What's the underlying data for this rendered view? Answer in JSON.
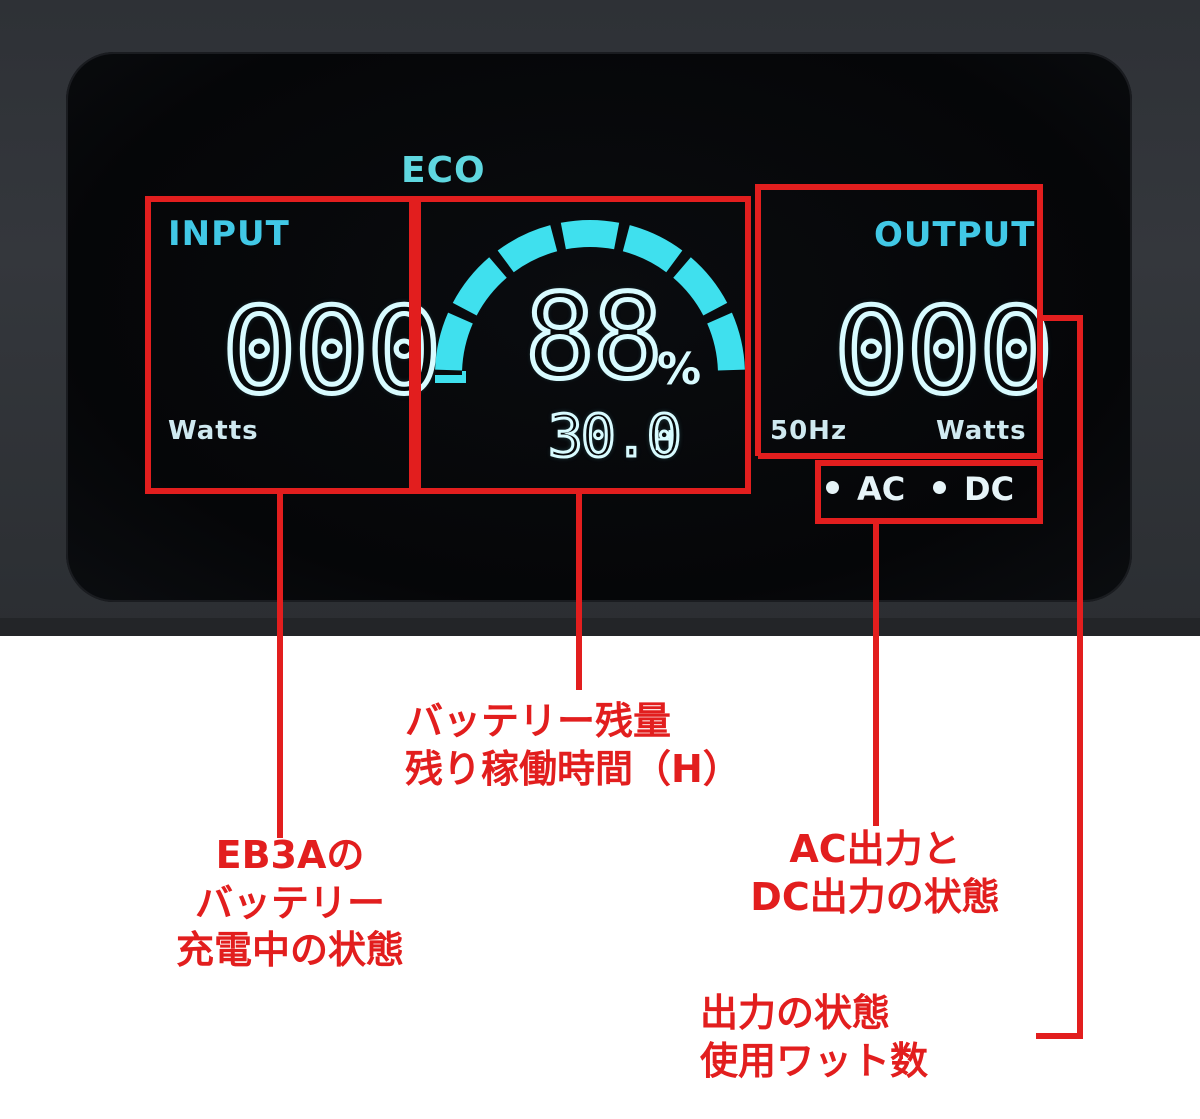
{
  "display": {
    "eco": "ECO",
    "input": {
      "label": "INPUT",
      "value": "000",
      "unit": "Watts"
    },
    "battery": {
      "percent": "88",
      "percent_sign": "%",
      "hours": "30.0",
      "hours_unit": "H",
      "gauge_level": 1.0
    },
    "output": {
      "label": "OUTPUT",
      "value": "000",
      "unit": "Watts",
      "frequency": "50Hz"
    },
    "ports": {
      "ac": "AC",
      "dc": "DC"
    }
  },
  "annotations": {
    "battery": [
      "バッテリー残量",
      "残り稼働時間（H）"
    ],
    "eb3a": [
      "EB3Aの",
      "バッテリー",
      "充電中の状態"
    ],
    "acdc": [
      "AC出力と",
      "DC出力の状態"
    ],
    "output": [
      "出力の状態",
      "使用ワット数"
    ]
  },
  "colors": {
    "annotation_red": "#e21e1e",
    "lcd_cyan": "#41c8e6",
    "gauge_cyan": "#3fe0ee"
  }
}
